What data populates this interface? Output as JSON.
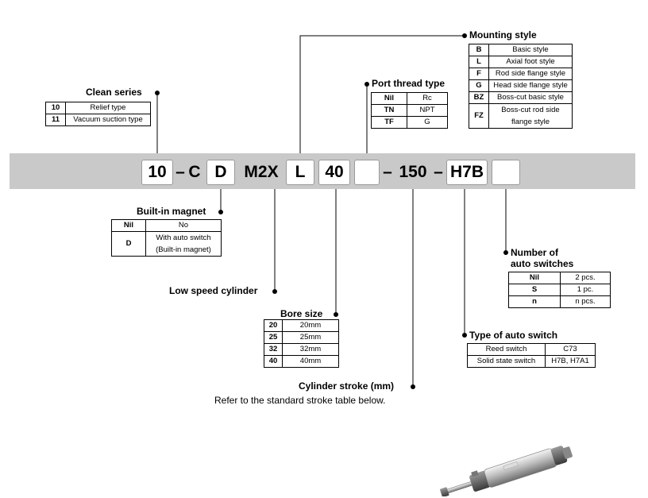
{
  "code": {
    "c10": "10",
    "dash1": "–",
    "c": "C",
    "d": "D",
    "m2x": "M2X",
    "l": "L",
    "c40": "40",
    "dash2": "–",
    "c150": "150",
    "dash3": "–",
    "h7b": "H7B"
  },
  "clean_series": {
    "title": "Clean series",
    "rows": [
      {
        "key": "10",
        "value": "Relief type"
      },
      {
        "key": "11",
        "value": "Vacuum suction type"
      }
    ]
  },
  "mounting_style": {
    "title": "Mounting style",
    "rows": [
      {
        "key": "B",
        "value": "Basic style"
      },
      {
        "key": "L",
        "value": "Axial foot style"
      },
      {
        "key": "F",
        "value": "Rod side flange style"
      },
      {
        "key": "G",
        "value": "Head side flange style"
      },
      {
        "key": "BZ",
        "value": "Boss-cut basic style"
      },
      {
        "key": "FZ",
        "value_line1": "Boss-cut rod side",
        "value_line2": "flange style"
      }
    ]
  },
  "port_thread": {
    "title": "Port thread type",
    "rows": [
      {
        "key": "Nil",
        "value": "Rc"
      },
      {
        "key": "TN",
        "value": "NPT"
      },
      {
        "key": "TF",
        "value": "G"
      }
    ]
  },
  "built_in_magnet": {
    "title": "Built-in magnet",
    "rows": [
      {
        "key": "Nil",
        "value": "No"
      },
      {
        "key": "D",
        "value_line1": "With auto switch",
        "value_line2": "(Built-in magnet)"
      }
    ]
  },
  "low_speed": {
    "title": "Low speed cylinder"
  },
  "bore_size": {
    "title": "Bore size",
    "rows": [
      {
        "key": "20",
        "value": "20mm"
      },
      {
        "key": "25",
        "value": "25mm"
      },
      {
        "key": "32",
        "value": "32mm"
      },
      {
        "key": "40",
        "value": "40mm"
      }
    ]
  },
  "stroke": {
    "title": "Cylinder stroke (mm)",
    "note": "Refer to the standard stroke table below."
  },
  "num_switches": {
    "title_line1": "Number of",
    "title_line2": "auto switches",
    "rows": [
      {
        "key": "Nil",
        "value": "2 pcs."
      },
      {
        "key": "S",
        "value": "1 pc."
      },
      {
        "key": "n",
        "value": "n pcs."
      }
    ]
  },
  "switch_type": {
    "title": "Type of auto switch",
    "rows": [
      {
        "key": "Reed switch",
        "value": "C73"
      },
      {
        "key": "Solid state switch",
        "value": "H7B, H7A1"
      }
    ]
  }
}
